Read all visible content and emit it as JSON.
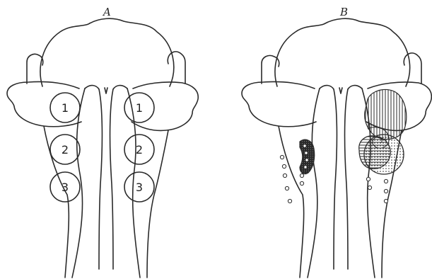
{
  "panels": [
    {
      "id": "A",
      "label": "A",
      "circles": [
        "1",
        "2",
        "3",
        "1",
        "2",
        "3"
      ]
    },
    {
      "id": "B",
      "label": "B"
    }
  ],
  "colors": {
    "ink": "#2a2a2a",
    "background": "#ffffff"
  }
}
